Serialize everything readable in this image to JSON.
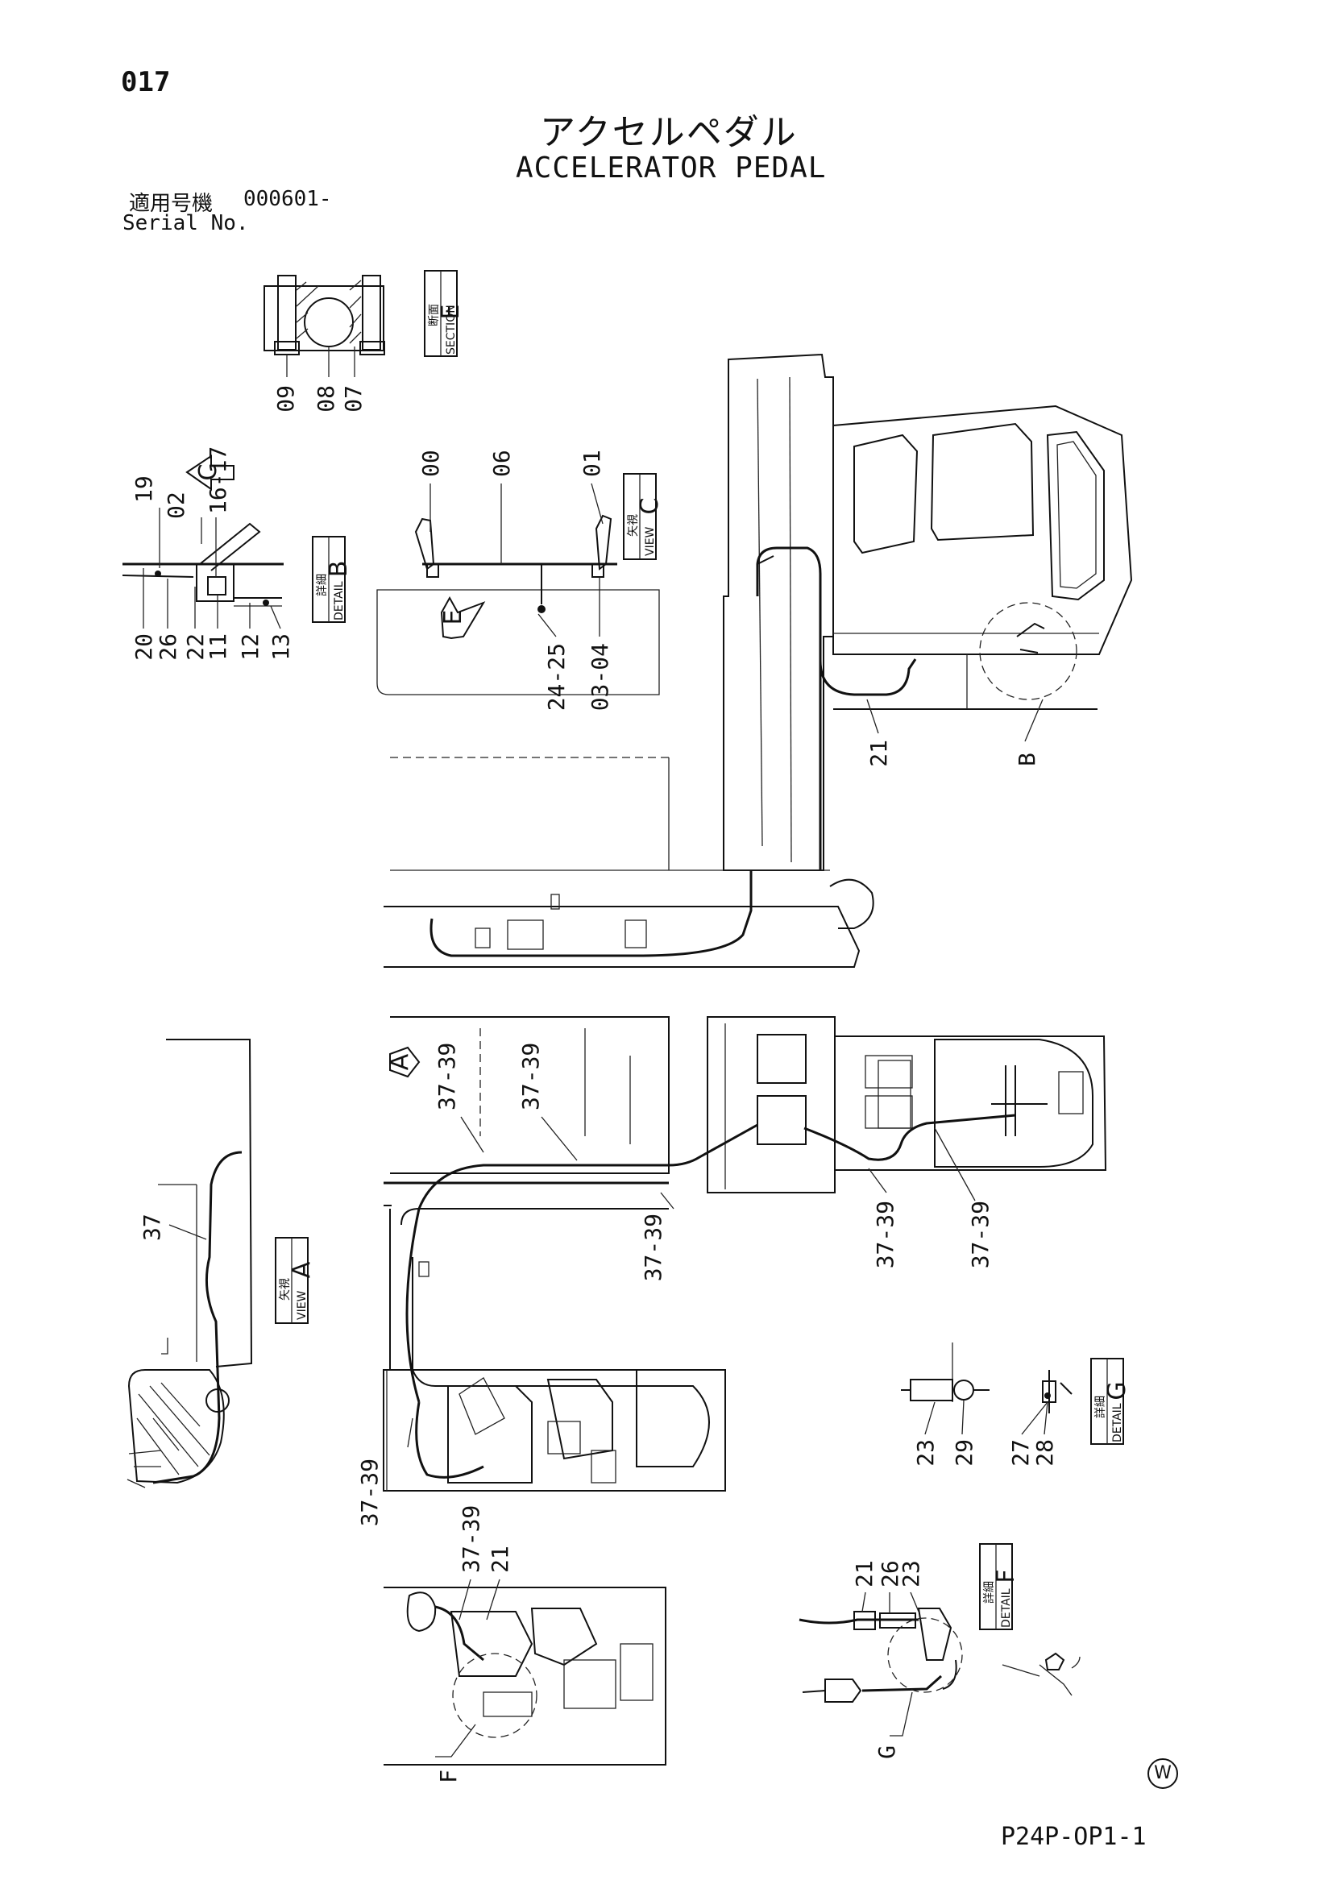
{
  "header": {
    "page_number": "017",
    "title_ja": "アクセルペダル",
    "title_en": "ACCELERATOR PEDAL",
    "serial_label_ja": "適用号機",
    "serial_value": "000601-",
    "serial_label_en": "Serial No."
  },
  "views": {
    "section_e": {
      "label_ja": "断面",
      "label_en": "SECTION",
      "letter": "E"
    },
    "detail_b": {
      "label_ja": "詳細",
      "label_en": "DETAIL",
      "letter": "B"
    },
    "view_c": {
      "label_ja": "矢視",
      "label_en": "VIEW",
      "letter": "C"
    },
    "view_a": {
      "label_ja": "矢視",
      "label_en": "VIEW",
      "letter": "A"
    },
    "detail_g": {
      "label_ja": "詳細",
      "label_en": "DETAIL",
      "letter": "G"
    },
    "detail_f": {
      "label_ja": "詳細",
      "label_en": "DETAIL",
      "letter": "F"
    }
  },
  "arrows": {
    "c": "C",
    "e": "E",
    "a": "A"
  },
  "view_refs": {
    "b": "B",
    "f": "F",
    "g": "G"
  },
  "part_labels": {
    "section_e": [
      "09",
      "08",
      "07"
    ],
    "detail_b": [
      "19",
      "02",
      "16-17",
      "20",
      "26",
      "22",
      "11",
      "12",
      "13"
    ],
    "view_c": [
      "00",
      "06",
      "01",
      "24-25",
      "03-04"
    ],
    "cab": [
      "21"
    ],
    "routing": [
      "37-39",
      "37-39",
      "37-39",
      "37-39",
      "37-39",
      "37-39"
    ],
    "view_a": [
      "37"
    ],
    "detail_g": [
      "23",
      "29",
      "27",
      "28"
    ],
    "engine": [
      "37-39",
      "21"
    ],
    "detail_f": [
      "21",
      "26",
      "23"
    ]
  },
  "footer": {
    "doc_code": "P24P-OP1-1",
    "mark": "W"
  }
}
